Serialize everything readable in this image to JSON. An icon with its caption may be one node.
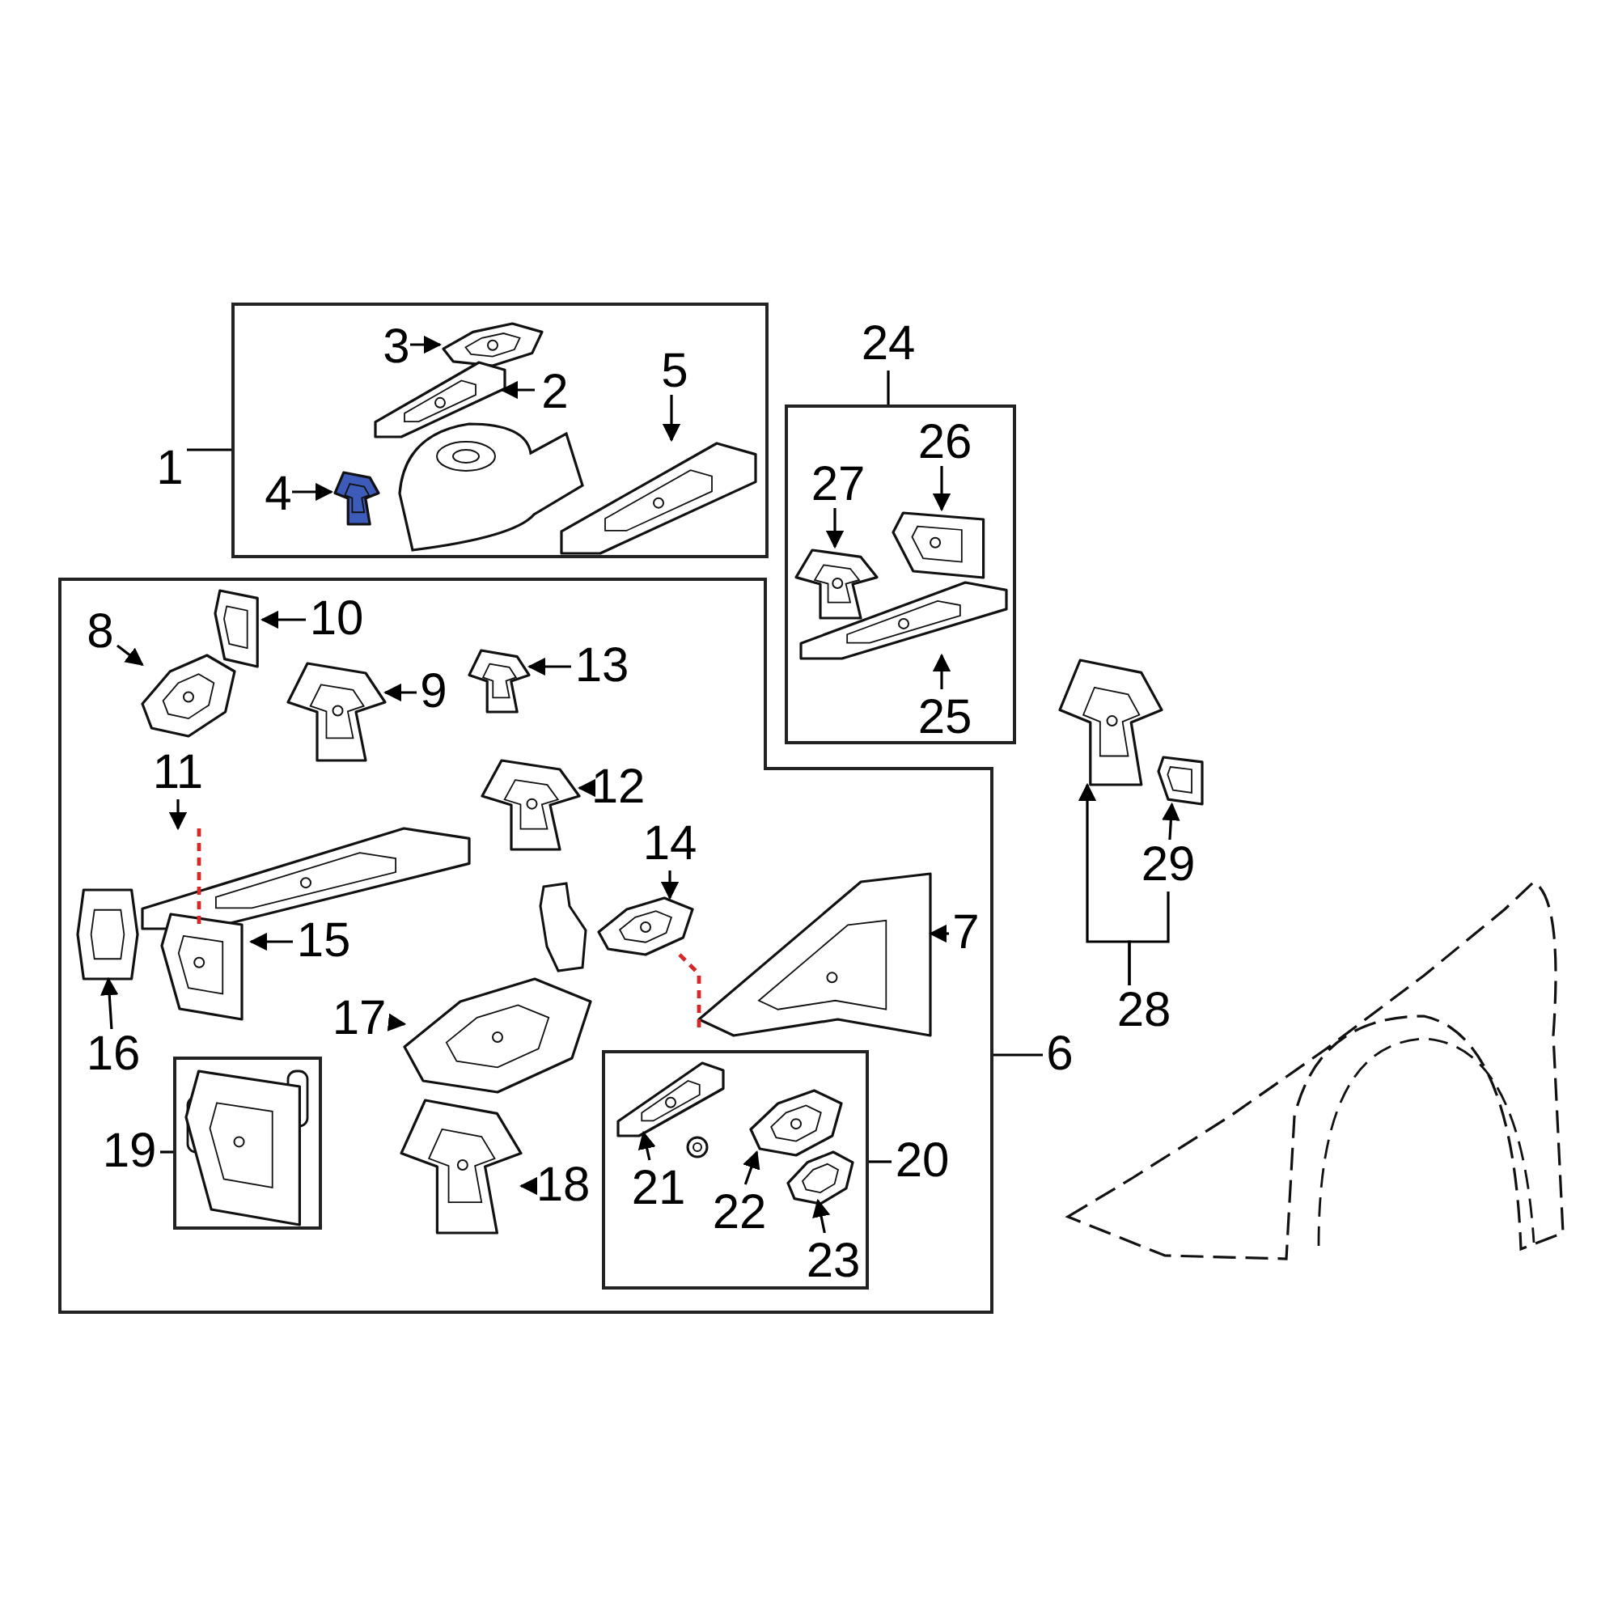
{
  "diagram": {
    "nodes": [
      {
        "text": [],
        "shape": "box"
      },
      {
        "text": [
          "1"
        ]
      },
      {
        "text": [
          "3"
        ],
        "in": 0
      },
      {
        "text": [],
        "shape": "picture",
        "in": 0
      },
      {
        "text": [
          "2"
        ],
        "in": 0
      },
      {
        "text": [],
        "shape": "picture",
        "in": 0
      },
      {
        "text": [
          "4"
        ],
        "in": 0
      },
      {
        "text": [],
        "shape": "picture",
        "in": 0
      },
      {
        "text": [
          "5"
        ],
        "in": 0
      },
      {
        "text": [],
        "shape": "picture",
        "in": 0
      },
      {
        "text": [],
        "shape": "box"
      },
      {
        "text": [
          "24"
        ]
      },
      {
        "text": [
          "27"
        ],
        "in": 10
      },
      {
        "text": [],
        "shape": "picture",
        "in": 10
      },
      {
        "text": [
          "26"
        ],
        "in": 10
      },
      {
        "text": [],
        "shape": "picture",
        "in": 10
      },
      {
        "text": [
          "25"
        ],
        "in": 10
      },
      {
        "text": [],
        "shape": "picture",
        "in": 10
      },
      {
        "text": [],
        "shape": "box"
      },
      {
        "text": [
          "6"
        ]
      },
      {
        "text": [
          "8"
        ],
        "in": 18
      },
      {
        "text": [],
        "shape": "picture",
        "in": 18
      },
      {
        "text": [
          "10"
        ],
        "in": 18
      },
      {
        "text": [],
        "shape": "picture",
        "in": 18
      },
      {
        "text": [
          "9"
        ],
        "in": 18
      },
      {
        "text": [],
        "shape": "picture",
        "in": 18
      },
      {
        "text": [
          "13"
        ],
        "in": 18
      },
      {
        "text": [],
        "shape": "picture",
        "in": 18
      },
      {
        "text": [
          "11"
        ],
        "in": 18
      },
      {
        "text": [],
        "shape": "picture",
        "in": 18
      },
      {
        "text": [
          "12"
        ],
        "in": 18
      },
      {
        "text": [],
        "shape": "picture",
        "in": 18
      },
      {
        "text": [
          "14"
        ],
        "in": 18
      },
      {
        "text": [],
        "shape": "picture",
        "in": 18
      },
      {
        "text": [
          "7"
        ],
        "in": 18
      },
      {
        "text": [],
        "shape": "picture",
        "in": 18
      },
      {
        "text": [
          "15"
        ],
        "in": 18
      },
      {
        "text": [],
        "shape": "picture",
        "in": 18
      },
      {
        "text": [
          "16"
        ],
        "in": 18
      },
      {
        "text": [],
        "shape": "picture",
        "in": 18
      },
      {
        "text": [
          "17"
        ],
        "in": 18
      },
      {
        "text": [],
        "shape": "picture",
        "in": 18
      },
      {
        "text": [],
        "shape": "box",
        "in": 18
      },
      {
        "text": [
          "19"
        ],
        "in": 18
      },
      {
        "text": [],
        "shape": "picture",
        "in": 42
      },
      {
        "text": [
          "18"
        ],
        "in": 18
      },
      {
        "text": [],
        "shape": "picture",
        "in": 18
      },
      {
        "text": [],
        "shape": "box",
        "in": 18
      },
      {
        "text": [
          "20"
        ],
        "in": 18
      },
      {
        "text": [
          "21"
        ],
        "in": 47
      },
      {
        "text": [],
        "shape": "picture",
        "in": 47
      },
      {
        "text": [
          "22"
        ],
        "in": 47
      },
      {
        "text": [],
        "shape": "picture",
        "in": 47
      },
      {
        "text": [
          "23"
        ],
        "in": 47
      },
      {
        "text": [],
        "shape": "picture",
        "in": 47
      },
      {
        "text": [
          "28"
        ]
      },
      {
        "text": [],
        "shape": "picture"
      },
      {
        "text": [
          "29"
        ]
      },
      {
        "text": [],
        "shape": "picture"
      }
    ],
    "edges": [
      {
        "from": 1,
        "to": 0,
        "arrow": "none"
      },
      {
        "from": 2,
        "to": 3,
        "arrow": "to"
      },
      {
        "from": 4,
        "to": 5,
        "arrow": "to"
      },
      {
        "from": 6,
        "to": 7,
        "arrow": "to"
      },
      {
        "from": 8,
        "to": 9,
        "arrow": "to"
      },
      {
        "from": 11,
        "to": 10,
        "arrow": "none"
      },
      {
        "from": 12,
        "to": 13,
        "arrow": "to"
      },
      {
        "from": 14,
        "to": 15,
        "arrow": "to"
      },
      {
        "from": 16,
        "to": 17,
        "arrow": "to"
      },
      {
        "from": 19,
        "to": 18,
        "arrow": "none"
      },
      {
        "from": 20,
        "to": 21,
        "arrow": "to"
      },
      {
        "from": 22,
        "to": 23,
        "arrow": "to"
      },
      {
        "from": 24,
        "to": 25,
        "arrow": "to"
      },
      {
        "from": 26,
        "to": 27,
        "arrow": "to"
      },
      {
        "from": 28,
        "to": 29,
        "arrow": "to"
      },
      {
        "from": 30,
        "to": 31,
        "arrow": "to"
      },
      {
        "from": 32,
        "to": 33,
        "arrow": "to"
      },
      {
        "from": 34,
        "to": 35,
        "arrow": "to"
      },
      {
        "from": 36,
        "to": 37,
        "arrow": "to"
      },
      {
        "from": 38,
        "to": 39,
        "arrow": "to"
      },
      {
        "from": 40,
        "to": 41,
        "arrow": "to"
      },
      {
        "from": 43,
        "to": 42,
        "arrow": "none"
      },
      {
        "from": 45,
        "to": 46,
        "arrow": "to"
      },
      {
        "from": 48,
        "to": 47,
        "arrow": "none"
      },
      {
        "from": 49,
        "to": 50,
        "arrow": "to"
      },
      {
        "from": 51,
        "to": 52,
        "arrow": "to"
      },
      {
        "from": 53,
        "to": 54,
        "arrow": "to"
      },
      {
        "from": 55,
        "to": 56,
        "arrow": "to"
      },
      {
        "from": 55,
        "to": 57,
        "arrow": "none"
      },
      {
        "from": 57,
        "to": 58,
        "arrow": "to"
      }
    ]
  }
}
